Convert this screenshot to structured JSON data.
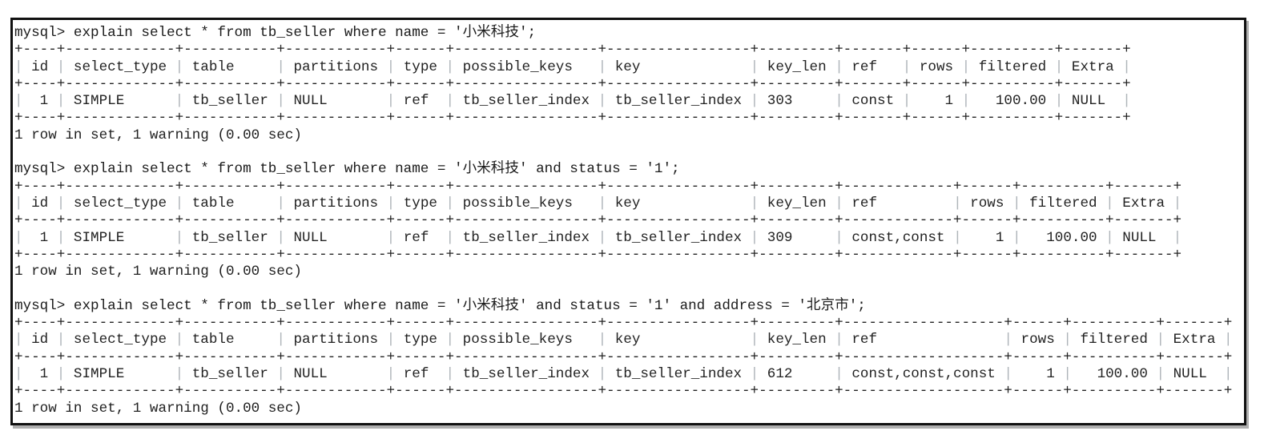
{
  "colors": {
    "background": "#ffffff",
    "frame_border": "#111111",
    "text": "#1f1f1f",
    "table_pipe": "#aeb4b9"
  },
  "terminal": {
    "prompt": "mysql>",
    "right_aligned_columns": [
      "id",
      "rows",
      "filtered"
    ],
    "blocks": [
      {
        "query": "explain select * from tb_seller where name = '小米科技';",
        "table": {
          "columns": [
            "id",
            "select_type",
            "table",
            "partitions",
            "type",
            "possible_keys",
            "key",
            "key_len",
            "ref",
            "rows",
            "filtered",
            "Extra"
          ],
          "rows": [
            [
              "1",
              "SIMPLE",
              "tb_seller",
              "NULL",
              "ref",
              "tb_seller_index",
              "tb_seller_index",
              "303",
              "const",
              "1",
              "100.00",
              "NULL"
            ]
          ]
        },
        "status": "1 row in set, 1 warning (0.00 sec)"
      },
      {
        "query": "explain select * from tb_seller where name = '小米科技' and status = '1';",
        "table": {
          "columns": [
            "id",
            "select_type",
            "table",
            "partitions",
            "type",
            "possible_keys",
            "key",
            "key_len",
            "ref",
            "rows",
            "filtered",
            "Extra"
          ],
          "rows": [
            [
              "1",
              "SIMPLE",
              "tb_seller",
              "NULL",
              "ref",
              "tb_seller_index",
              "tb_seller_index",
              "309",
              "const,const",
              "1",
              "100.00",
              "NULL"
            ]
          ]
        },
        "status": "1 row in set, 1 warning (0.00 sec)"
      },
      {
        "query": "explain select * from tb_seller where name = '小米科技' and status = '1' and address = '北京市';",
        "table": {
          "columns": [
            "id",
            "select_type",
            "table",
            "partitions",
            "type",
            "possible_keys",
            "key",
            "key_len",
            "ref",
            "rows",
            "filtered",
            "Extra"
          ],
          "rows": [
            [
              "1",
              "SIMPLE",
              "tb_seller",
              "NULL",
              "ref",
              "tb_seller_index",
              "tb_seller_index",
              "612",
              "const,const,const",
              "1",
              "100.00",
              "NULL"
            ]
          ]
        },
        "status": "1 row in set, 1 warning (0.00 sec)"
      }
    ]
  }
}
